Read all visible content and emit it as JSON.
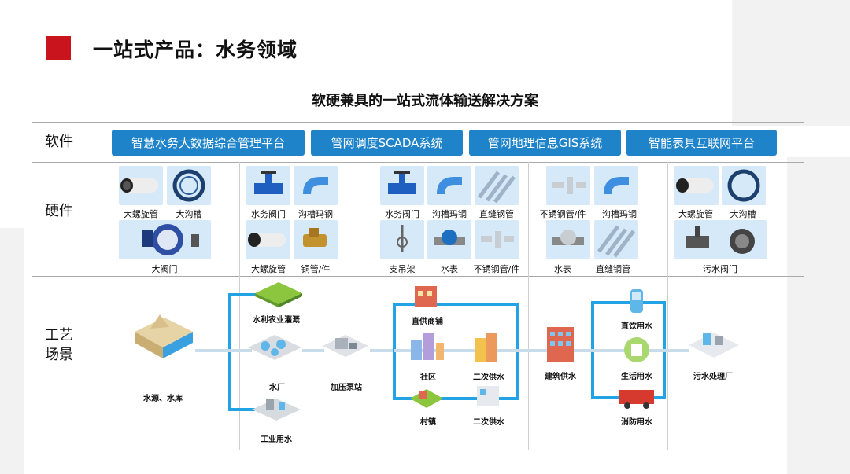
{
  "page": {
    "title": "一站式产品：水务领域",
    "subtitle": "软硬兼具的一站式流体输送解决方案"
  },
  "rows": {
    "software": "软件",
    "hardware": "硬件",
    "process_line1": "工艺",
    "process_line2": "场景"
  },
  "software_buttons": [
    "智慧水务大数据综合管理平台",
    "管网调度SCADA系统",
    "管网地理信息GIS系统",
    "智能表具互联网平台"
  ],
  "hardware": {
    "col1": [
      "大螺旋管",
      "大沟槽",
      "大阀门"
    ],
    "col2": [
      "水务阀门",
      "沟槽玛钢",
      "大螺旋管",
      "铜管/件"
    ],
    "col3": [
      "水务阀门",
      "沟槽玛钢",
      "直缝钢管",
      "支吊架",
      "水表",
      "不锈钢管/件"
    ],
    "col4": [
      "不锈钢管/件",
      "沟槽玛钢",
      "水表",
      "直缝钢管"
    ],
    "col5": [
      "大螺旋管",
      "大沟槽",
      "污水阀门"
    ]
  },
  "scenes": {
    "water_source": "水源、水库",
    "irrigation": "水利农业灌溉",
    "waterworks": "水厂",
    "industrial": "工业用水",
    "booster": "加压泵站",
    "retail": "直供商铺",
    "community": "社区",
    "secondary_a": "二次供水",
    "village": "村镇",
    "secondary_b": "二次供水",
    "building": "建筑供水",
    "drinking": "直饮用水",
    "domestic": "生活用水",
    "fire": "消防用水",
    "sewage": "污水处理厂"
  },
  "colors": {
    "accent_red": "#c9141e",
    "button_blue": "#1e83c9",
    "flow_blue": "#22a4e4",
    "tile_bg": "#d5e9f8"
  }
}
